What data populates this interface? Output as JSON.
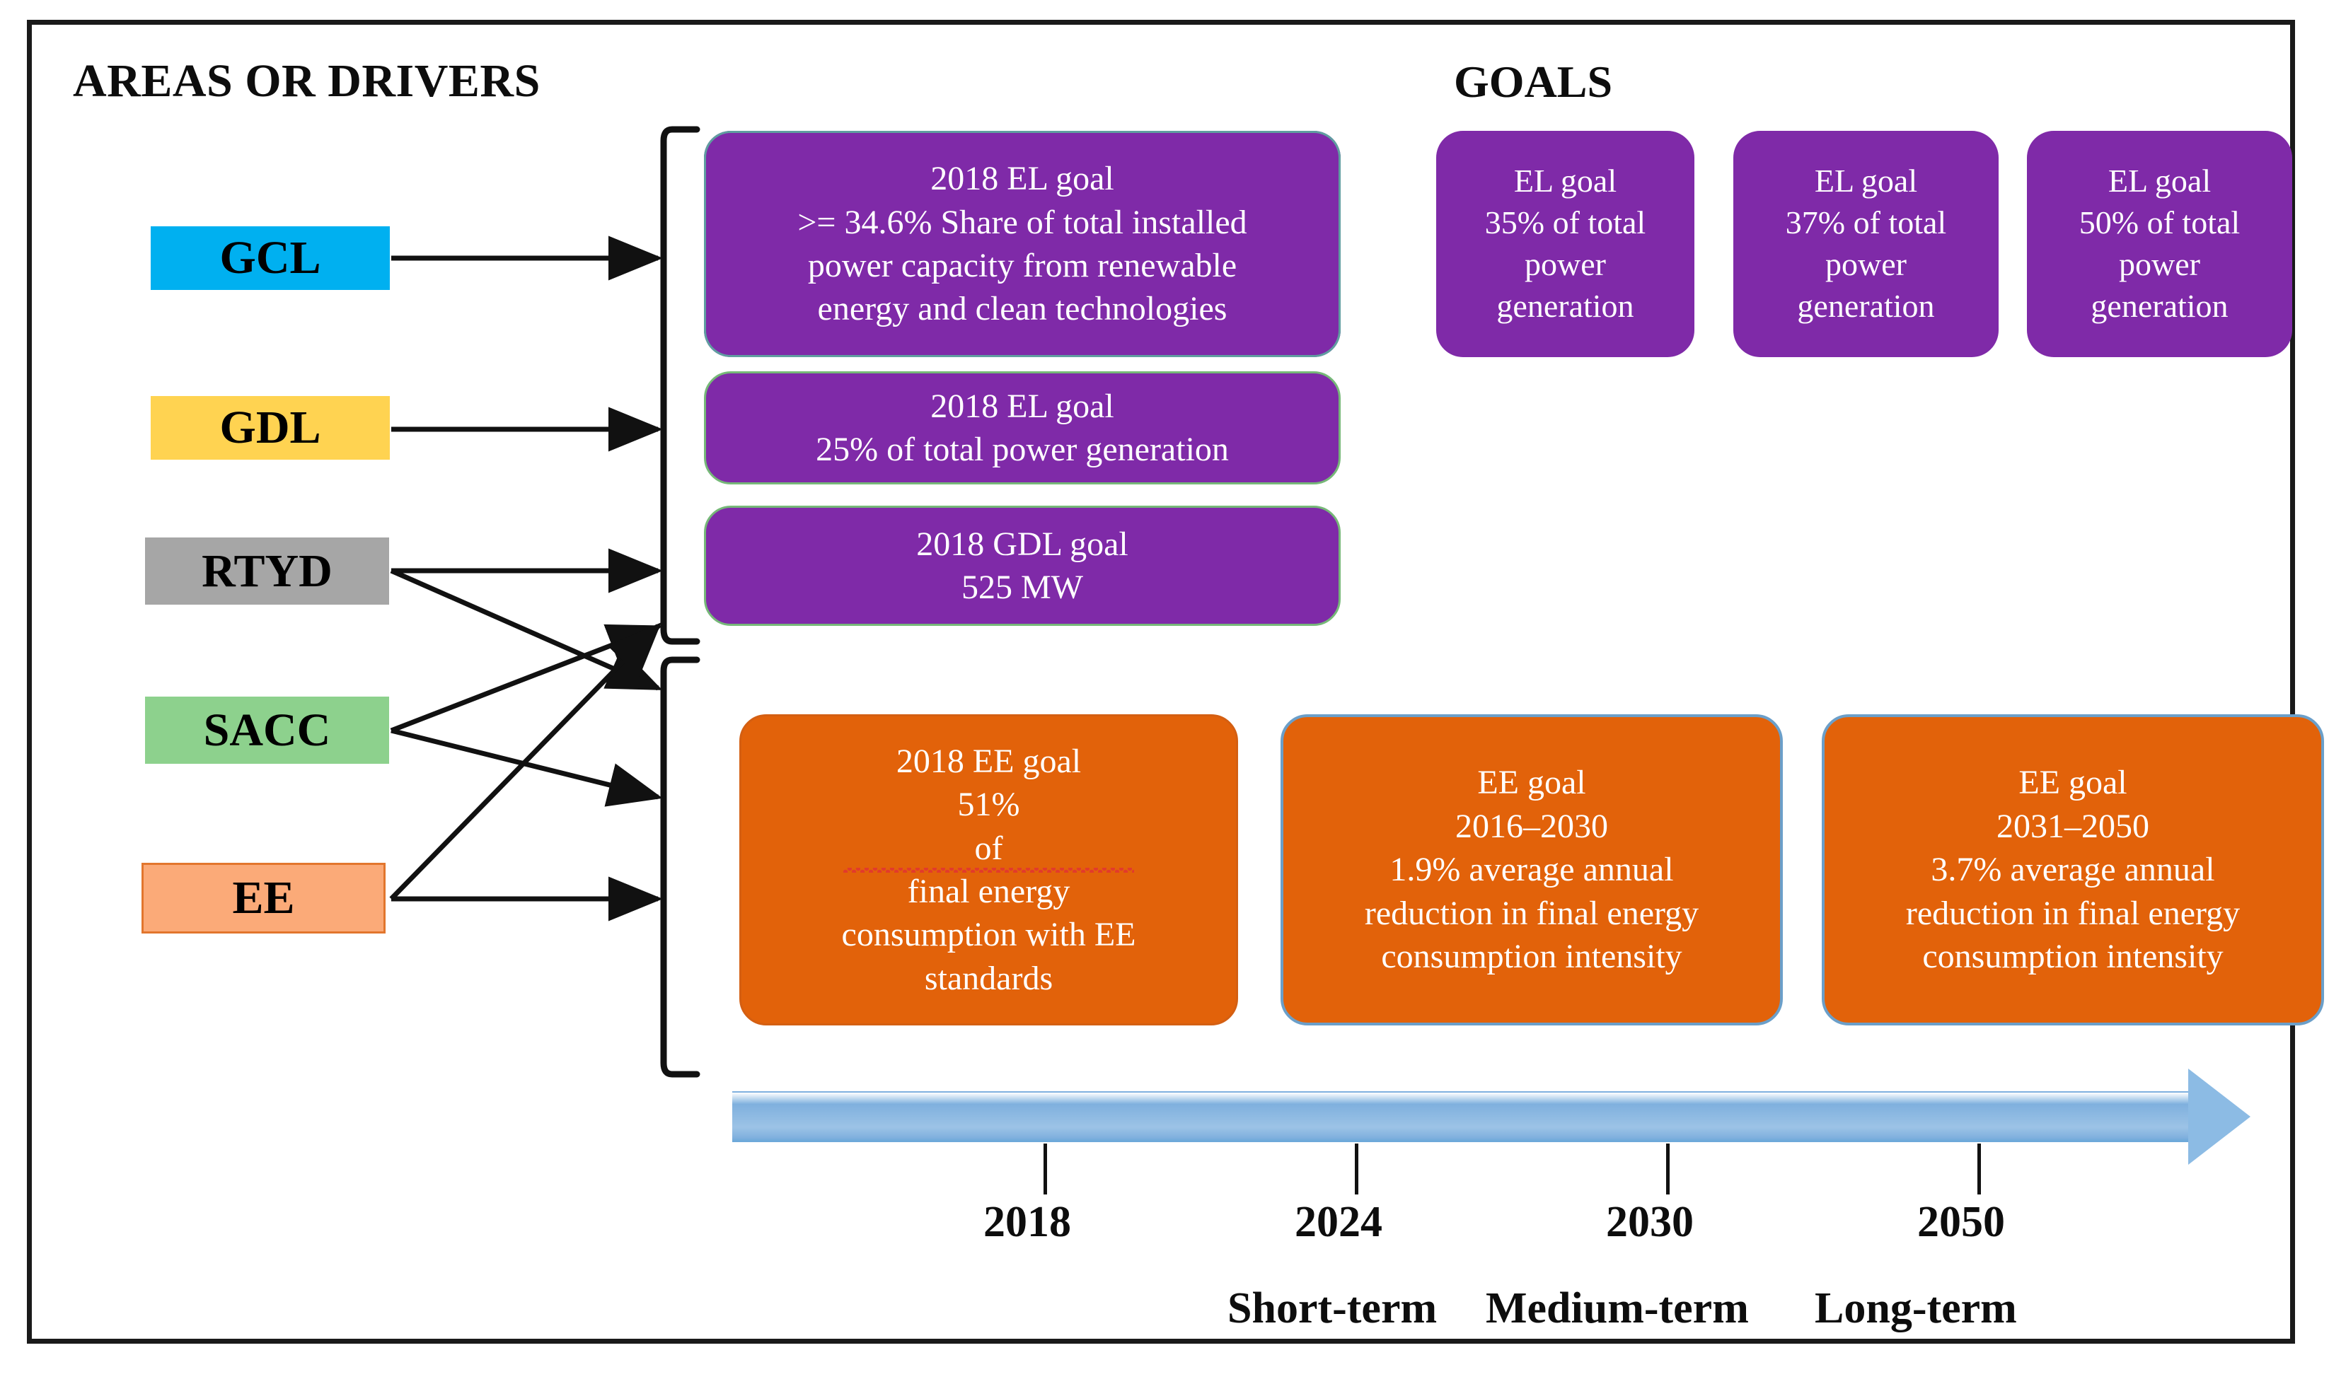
{
  "headers": {
    "left": "AREAS OR DRIVERS",
    "right": "GOALS"
  },
  "colors": {
    "gcl": "#00b0f0",
    "gdl": "#ffd351",
    "rtyd": "#a6a6a6",
    "sacc": "#8dd18d",
    "ee": "#fbaa78",
    "electricity_goal": "#7f2aa8",
    "efficiency_goal": "#e2620a",
    "timeline_arrow": "#8cbbe4",
    "frame_border": "#1a1a1a"
  },
  "drivers": [
    {
      "id": "gcl",
      "label": "GCL"
    },
    {
      "id": "gdl",
      "label": "GDL"
    },
    {
      "id": "rtyd",
      "label": "RTYD"
    },
    {
      "id": "sacc",
      "label": "SACC"
    },
    {
      "id": "ee",
      "label": "EE"
    }
  ],
  "goals": {
    "electricity": [
      {
        "id": "p1",
        "line1": "2018 EL goal",
        "line2": ">= 34.6% Share of total installed",
        "line3": "power capacity from renewable",
        "line4": "energy and clean technologies"
      },
      {
        "id": "p2",
        "line1": "2018 EL goal",
        "line2": "25% of total power generation"
      },
      {
        "id": "p3",
        "line1": "2018 GDL goal",
        "line2": "525 MW"
      }
    ],
    "electricity_milestones": [
      {
        "id": "s1",
        "line1": "EL goal",
        "line2": "35% of total",
        "line3": "power",
        "line4": "generation"
      },
      {
        "id": "s2",
        "line1": "EL goal",
        "line2": "37% of total",
        "line3": "power",
        "line4": "generation"
      },
      {
        "id": "s3",
        "line1": "EL goal",
        "line2": "50% of total",
        "line3": "power",
        "line4": "generation"
      }
    ],
    "efficiency": [
      {
        "id": "o1",
        "line1": "2018 EE goal",
        "line2a": "51% ",
        "line2b": "of",
        "line2c": " final energy",
        "line3": "consumption with EE",
        "line4": "standards"
      },
      {
        "id": "o2",
        "line1": "EE goal",
        "line2": "2016–2030",
        "line3": "1.9% average annual",
        "line4": "reduction in final energy",
        "line5": "consumption intensity"
      },
      {
        "id": "o3",
        "line1": "EE goal",
        "line2": "2031–2050",
        "line3": "3.7% average annual",
        "line4": "reduction in final energy",
        "line5": "consumption intensity"
      }
    ]
  },
  "timeline": {
    "years": [
      "2018",
      "2024",
      "2030",
      "2050"
    ],
    "terms": [
      "Short-term",
      "Medium-term",
      "Long-term"
    ]
  }
}
